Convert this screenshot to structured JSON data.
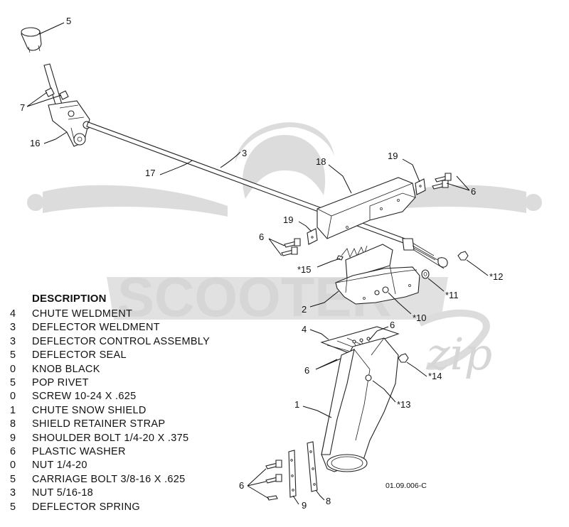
{
  "callouts": {
    "c5": "5",
    "c7": "7",
    "c16": "16",
    "c17": "17",
    "c3": "3",
    "c18": "18",
    "c19a": "19",
    "c6a": "6",
    "c19b": "19",
    "c6b": "6",
    "c15": "*15",
    "c12": "*12",
    "c11": "*11",
    "c2": "2",
    "c10": "*10",
    "c4": "4",
    "c6c": "6",
    "c6d": "6",
    "c14": "*14",
    "c13": "*13",
    "c1": "1",
    "c6e": "6",
    "c9": "9",
    "c8": "8"
  },
  "description": {
    "heading": "DESCRIPTION",
    "rows": [
      {
        "qty": "4",
        "name": "CHUTE WELDMENT"
      },
      {
        "qty": "3",
        "name": "DEFLECTOR WELDMENT"
      },
      {
        "qty": "3",
        "name": "DEFLECTOR CONTROL ASSEMBLY"
      },
      {
        "qty": "5",
        "name": "DEFLECTOR SEAL"
      },
      {
        "qty": "0",
        "name": "KNOB BLACK"
      },
      {
        "qty": "5",
        "name": "POP RIVET"
      },
      {
        "qty": "0",
        "name": "SCREW 10-24 X .625"
      },
      {
        "qty": "1",
        "name": "CHUTE SNOW SHIELD"
      },
      {
        "qty": "8",
        "name": "SHIELD RETAINER STRAP"
      },
      {
        "qty": "9",
        "name": "SHOULDER BOLT 1/4-20 X .375"
      },
      {
        "qty": "6",
        "name": "PLASTIC WASHER"
      },
      {
        "qty": "0",
        "name": "NUT 1/4-20"
      },
      {
        "qty": "5",
        "name": "CARRIAGE BOLT 3/8-16 X .625"
      },
      {
        "qty": "3",
        "name": "NUT 5/16-18"
      },
      {
        "qty": "5",
        "name": "DEFLECTOR SPRING"
      }
    ]
  },
  "drawing_code": "01.09.006-C",
  "watermark": {
    "text": "SCOOTER",
    "script": "zip",
    "color": "#d9d9d9"
  }
}
